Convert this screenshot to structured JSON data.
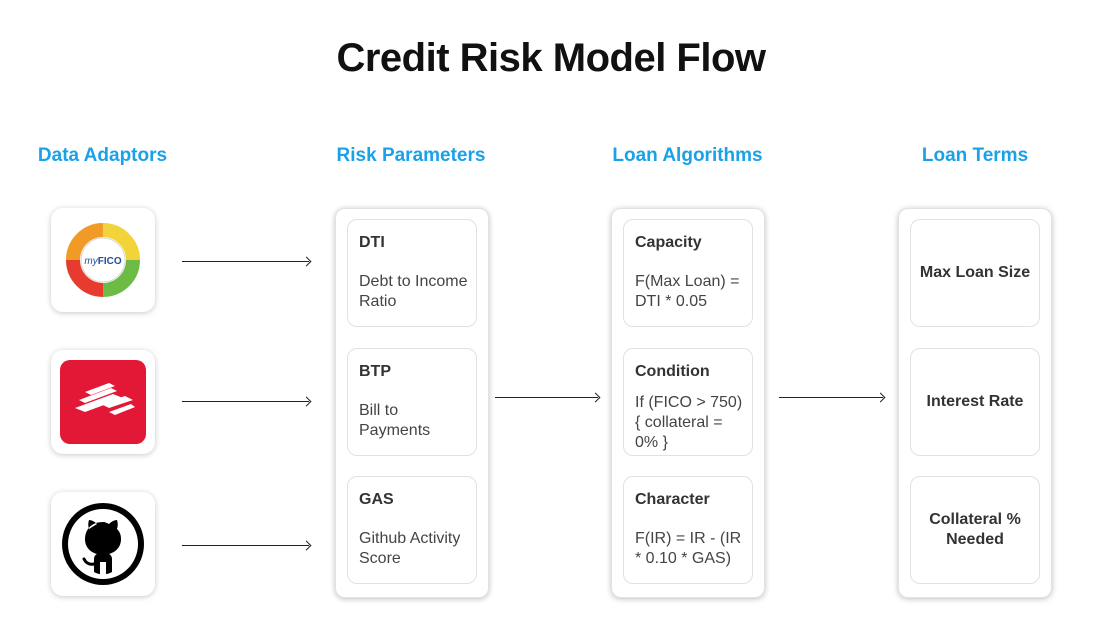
{
  "title": "Credit Risk Model Flow",
  "columns": {
    "adaptors": "Data Adaptors",
    "params": "Risk Parameters",
    "algos": "Loan Algorithms",
    "terms": "Loan Terms"
  },
  "adaptors": [
    {
      "name": "myFICO",
      "logo_text_my": "my",
      "logo_text_fico": "FICO",
      "icon": "myfico-logo"
    },
    {
      "name": "Bank of America",
      "icon": "bank-of-america-logo"
    },
    {
      "name": "GitHub",
      "icon": "github-logo"
    }
  ],
  "risk_parameters": [
    {
      "label": "DTI",
      "desc": "Debt to Income Ratio"
    },
    {
      "label": "BTP",
      "desc": "Bill to Payments"
    },
    {
      "label": "GAS",
      "desc": "Github Activity Score"
    }
  ],
  "loan_algorithms": [
    {
      "label": "Capacity",
      "desc": "F(Max Loan) = DTI * 0.05"
    },
    {
      "label": "Condition",
      "desc": "If (FICO > 750) { collateral = 0% }"
    },
    {
      "label": "Character",
      "desc": "F(IR) = IR - (IR * 0.10 * GAS)"
    }
  ],
  "loan_terms": [
    {
      "label": "Max Loan Size"
    },
    {
      "label": "Interest Rate"
    },
    {
      "label": "Collateral % Needed"
    }
  ],
  "colors": {
    "heading": "#1aa1e8",
    "bofa_red": "#e31837",
    "fico_blue": "#1f4e9c"
  }
}
